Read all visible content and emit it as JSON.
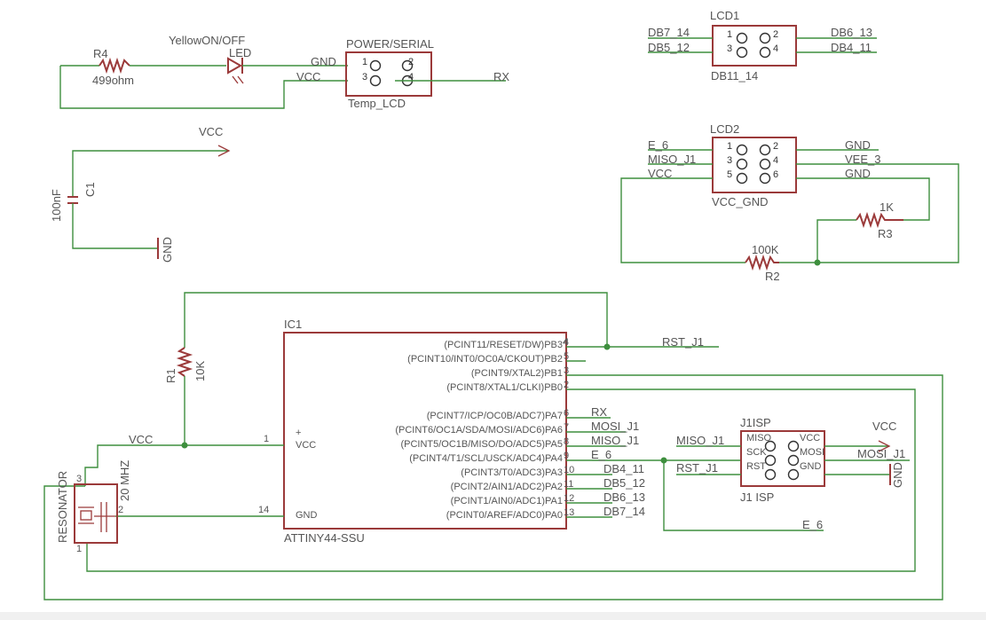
{
  "labels": {
    "r4_name": "R4",
    "r4_value": "499ohm",
    "led_title": "YellowON/OFF",
    "led_name": "LED",
    "ps_title": "POWER/SERIAL",
    "ps_name": "Temp_LCD",
    "ps_gnd": "GND",
    "ps_vcc": "VCC",
    "ps_rx": "RX",
    "vcc_top": "VCC",
    "c1_name": "C1",
    "c1_value": "100nF",
    "c1_gnd": "GND",
    "lcd1_title": "LCD1",
    "lcd1_name": "DB11_14",
    "lcd1_db7": "DB7_14",
    "lcd1_db5": "DB5_12",
    "lcd1_db6": "DB6_13",
    "lcd1_db4": "DB4_11",
    "lcd2_title": "LCD2",
    "lcd2_name": "VCC_GND",
    "lcd2_e": "E_6",
    "lcd2_miso": "MISO_J1",
    "lcd2_vcc": "VCC",
    "lcd2_gnd1": "GND",
    "lcd2_vee": "VEE_3",
    "lcd2_gnd2": "GND",
    "r3_value": "1K",
    "r3_name": "R3",
    "r2_value": "100K",
    "r2_name": "R2",
    "r1_name": "R1",
    "r1_value": "10K",
    "ic1_title": "IC1",
    "ic1_name": "ATTINY44-SSU",
    "ic1_vcc": "VCC",
    "ic1_gnd": "GND",
    "ic_pb3": "(PCINT11/RESET/DW)PB3",
    "ic_pb2": "(PCINT10/INT0/OC0A/CKOUT)PB2",
    "ic_pb1": "(PCINT9/XTAL2)PB1",
    "ic_pb0": "(PCINT8/XTAL1/CLKI)PB0",
    "ic_pa7": "(PCINT7/ICP/OC0B/ADC7)PA7",
    "ic_pa6": "(PCINT6/OC1A/SDA/MOSI/ADC6)PA6",
    "ic_pa5": "(PCINT5/OC1B/MISO/DO/ADC5)PA5",
    "ic_pa4": "(PCINT4/T1/SCL/USCK/ADC4)PA4",
    "ic_pa3": "(PCINT3/T0/ADC3)PA3",
    "ic_pa2": "(PCINT2/AIN1/ADC2)PA2",
    "ic_pa1": "(PCINT1/AIN0/ADC1)PA1",
    "ic_pa0": "(PCINT0/AREF/ADC0)PA0",
    "pn_4": "4",
    "pn_5": "5",
    "pn_3": "3",
    "pn_2": "2",
    "pn_6": "6",
    "pn_7": "7",
    "pn_8": "8",
    "pn_9": "9",
    "pn_10": "10",
    "pn_11": "11",
    "pn_12": "12",
    "pn_13": "13",
    "pn_1": "1",
    "pn_14": "14",
    "net_rst": "RST_J1",
    "net_rx": "RX",
    "net_mosi": "MOSI_J1",
    "net_miso": "MISO_J1",
    "net_e6": "E_6",
    "net_db4": "DB4_11",
    "net_db5": "DB5_12",
    "net_db6": "DB6_13",
    "net_db7": "DB7_14",
    "vcc_left": "VCC",
    "res_name": "RESONATOR",
    "res_value": "20 MHZ",
    "res_p3": "3",
    "res_p2": "2",
    "res_p1": "1",
    "isp_title": "J1ISP",
    "isp_name": "J1 ISP",
    "isp_miso": "MISO",
    "isp_sck": "SCK",
    "isp_rst": "RST",
    "isp_vcc": "VCC",
    "isp_mosi": "MOSI",
    "isp_gnd": "GND",
    "isp_net_miso": "MISO_J1",
    "isp_net_rst": "RST_J1",
    "isp_net_vcc": "VCC",
    "isp_net_mosi": "MOSI_J1",
    "isp_net_gnd": "GND",
    "isp_net_e6": "E_6",
    "hdr_1": "1",
    "hdr_2": "2",
    "hdr_3": "3",
    "hdr_4": "4",
    "hdr_5": "5",
    "hdr_6": "6"
  },
  "colors": {
    "wire": "#3e8f3e",
    "part": "#9b3a3a",
    "text": "#555555"
  }
}
